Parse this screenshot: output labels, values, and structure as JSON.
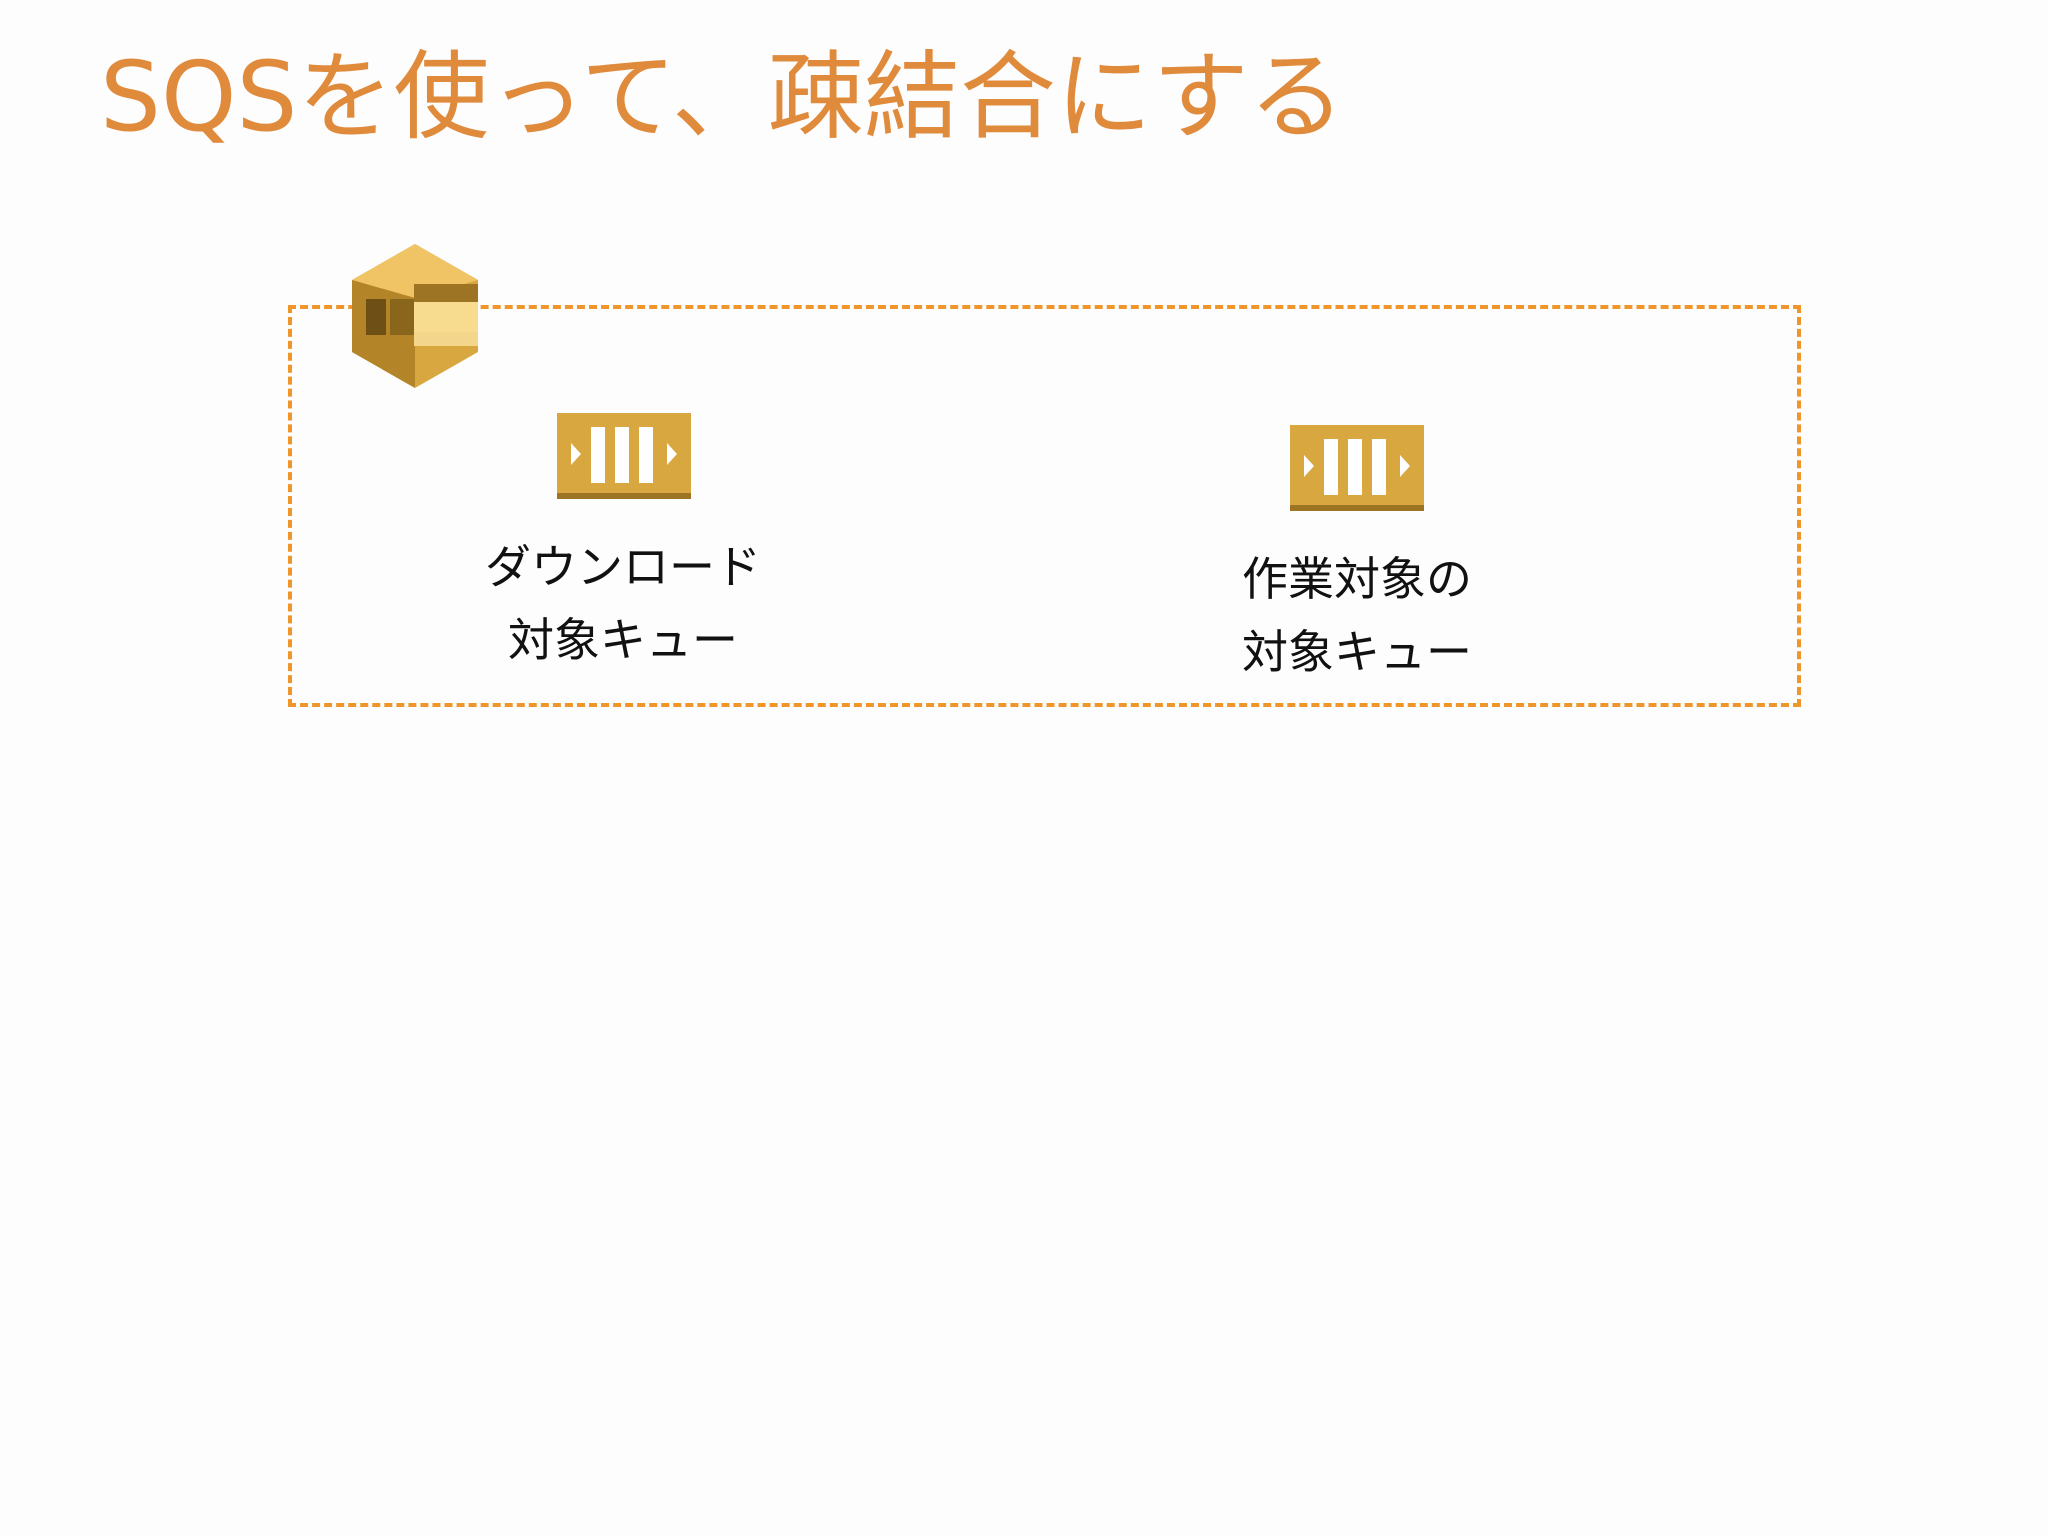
{
  "slide": {
    "title": "SQSを使って、疎結合にする"
  },
  "queues": [
    {
      "label_line1": "ダウンロード",
      "label_line2": "対象キュー"
    },
    {
      "label_line1": "作業対象の",
      "label_line2": "対象キュー"
    }
  ],
  "colors": {
    "title": "#e08a3c",
    "group_border": "#f0952a",
    "icon_main": "#d9a73f",
    "icon_dark": "#9c7424",
    "icon_light": "#f3d58c",
    "label_text": "#111111",
    "background": "#fdfdfd"
  },
  "icons": {
    "service_logo": "amazon-sqs-icon",
    "queue": "sqs-queue-icon"
  }
}
